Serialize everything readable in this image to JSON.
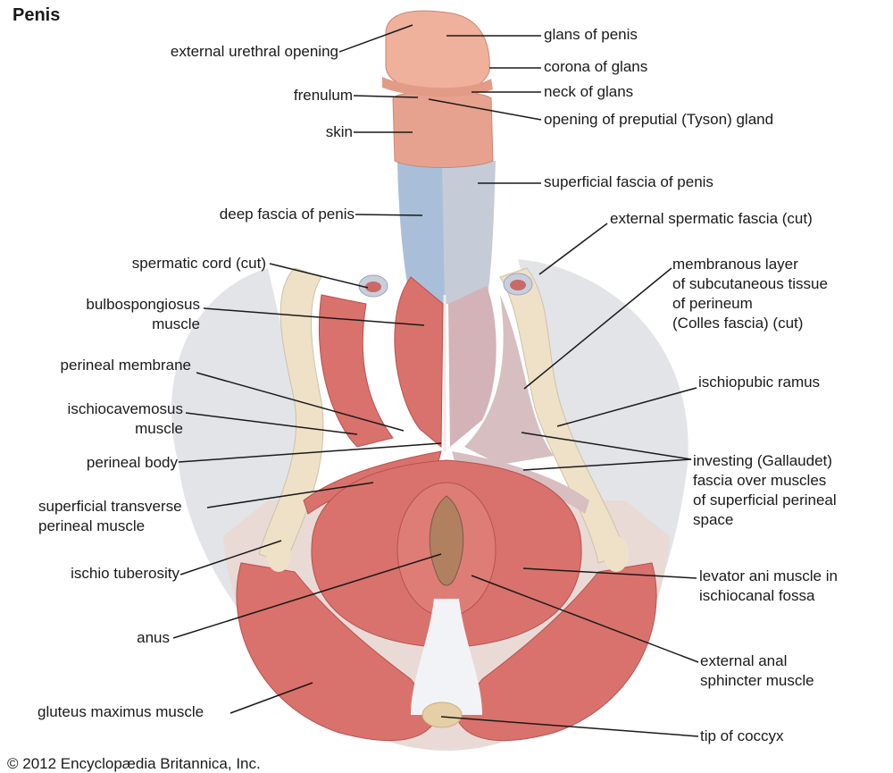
{
  "title": "Penis",
  "labels": {
    "external_urethral_opening": "external urethral opening",
    "frenulum": "frenulum",
    "skin": "skin",
    "deep_fascia_of_penis": "deep fascia of penis",
    "spermatic_cord_cut": "spermatic cord (cut)",
    "bulbospongiosus_muscle": "bulbospongiosus\nmuscle",
    "perineal_membrane": "perineal membrane",
    "ischiocavernosus_muscle": "ischiocavemosus\nmuscle",
    "perineal_body": "perineal body",
    "superficial_transverse_perineal_muscle": "superficial transverse\nperineal muscle",
    "ischio_tuberosity": "ischio tuberosity",
    "anus": "anus",
    "gluteus_maximus_muscle": "gluteus maximus muscle",
    "glans_of_penis": "glans of penis",
    "corona_of_glans": "corona of glans",
    "neck_of_glans": "neck of glans",
    "opening_of_preputial_gland": "opening of preputial (Tyson) gland",
    "superficial_fascia_of_penis": "superficial fascia of penis",
    "external_spermatic_fascia_cut": "external spermatic fascia (cut)",
    "colles_fascia": "membranous layer\nof subcutaneous tissue\nof perineum\n(Colles fascia) (cut)",
    "ischiopubic_ramus": "ischiopubic ramus",
    "investing_fascia": "investing (Gallaudet)\nfascia over muscles\nof superficial perineal\nspace",
    "levator_ani_muscle": "levator ani muscle in\nischiocanal fossa",
    "external_anal_sphincter_muscle": "external anal\nsphincter muscle",
    "tip_of_coccyx": "tip of coccyx"
  },
  "credit": "© 2012 Encyclopædia Britannica, Inc.",
  "colors": {
    "muscle": "#d9726c",
    "muscle_dark": "#b9504d",
    "skin": "#e8a894",
    "fascia_blue": "#a9bfd9",
    "fascia_gray": "#c9ccd6",
    "bone": "#eee1c8",
    "background_tissue": "#e4e6ea",
    "tendon": "#f2f3f6",
    "leader": "#1a1a1a"
  }
}
